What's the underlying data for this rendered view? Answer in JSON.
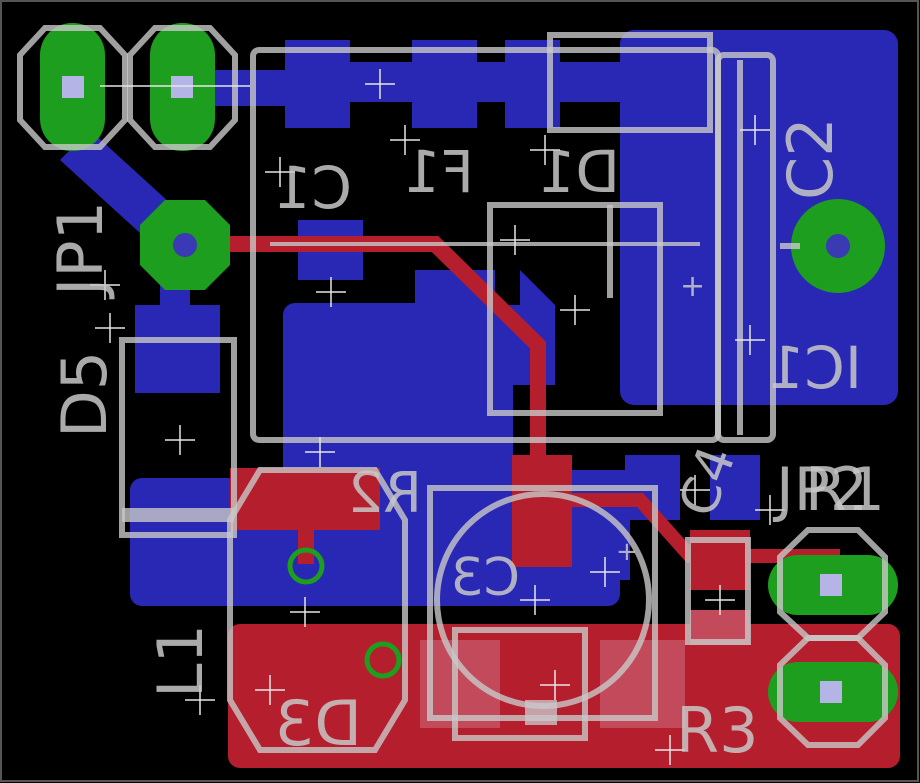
{
  "board": {
    "background_color": "#000000",
    "top_copper_color": "#b41e2d",
    "bottom_copper_color": "#2828b4",
    "silkscreen_color": "#c8c8c8",
    "pad_color": "#1e9e1e"
  },
  "labels": {
    "jp1": "JP1",
    "d5": "D5",
    "c1": "C1",
    "f1": "F1",
    "d1": "D1",
    "c2": "C2",
    "ic1": "IC1",
    "r2": "R2",
    "c3": "C3",
    "c4": "C4",
    "jp2": "JP2",
    "r1": "R1",
    "l1": "L1",
    "d3": "D3",
    "r3": "R3",
    "plus_ic1": "+",
    "plus_c3": "+"
  }
}
